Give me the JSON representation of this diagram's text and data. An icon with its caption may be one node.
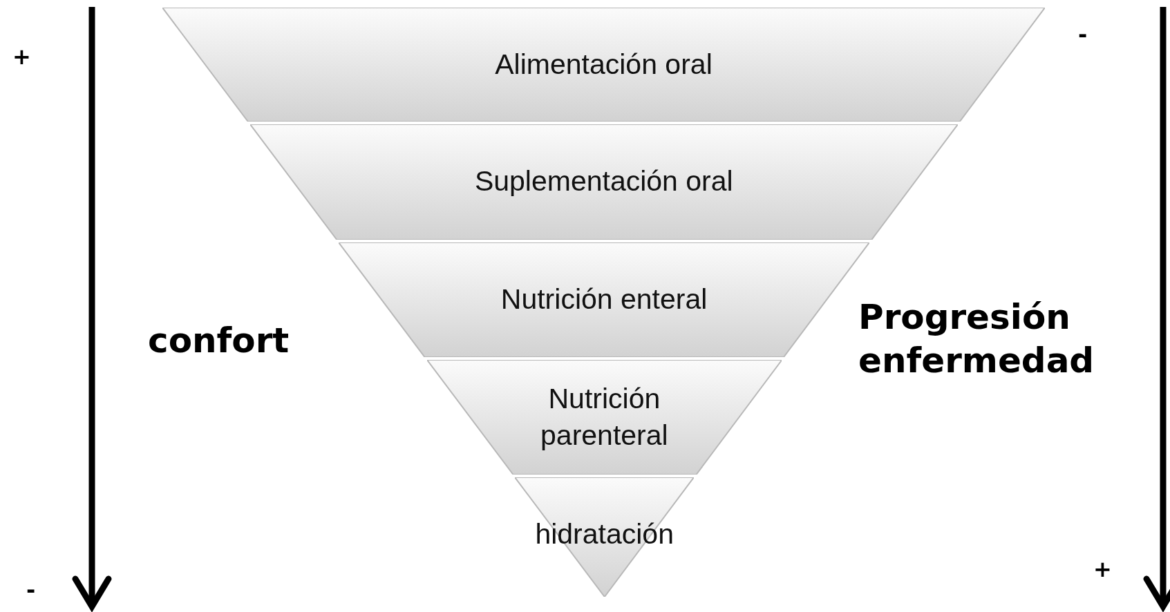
{
  "diagram": {
    "nodes": [
      {
        "text": [
          "Alimentación oral"
        ]
      },
      {
        "text": [
          "Suplementación oral"
        ]
      },
      {
        "text": [
          "Nutrición enteral"
        ]
      },
      {
        "text": [
          "Nutrición parenteral"
        ]
      },
      {
        "text": [
          "hidratación"
        ]
      }
    ],
    "edges": [],
    "labels": [
      "+",
      "-",
      "confort",
      "Progresión enfermedad",
      "+",
      "-"
    ]
  }
}
